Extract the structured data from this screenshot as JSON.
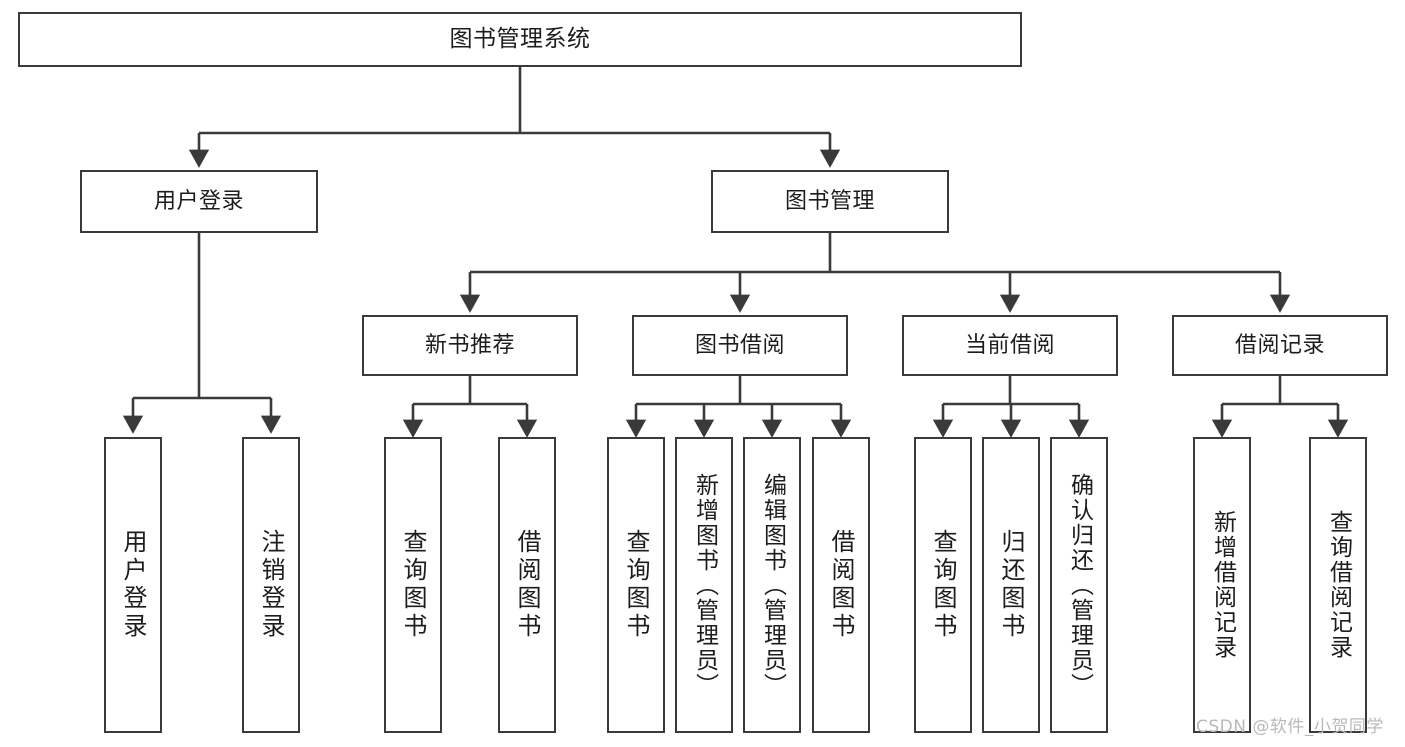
{
  "diagram": {
    "title": "图书管理系统",
    "type": "tree-hierarchy",
    "levels": 4,
    "root": {
      "id": "root",
      "label": "图书管理系统"
    },
    "level2": [
      {
        "id": "user-login",
        "label": "用户登录"
      },
      {
        "id": "book-manage",
        "label": "图书管理"
      }
    ],
    "level3": [
      {
        "id": "new-book-rec",
        "label": "新书推荐",
        "parent": "book-manage"
      },
      {
        "id": "book-borrow",
        "label": "图书借阅",
        "parent": "book-manage"
      },
      {
        "id": "current-borrow",
        "label": "当前借阅",
        "parent": "book-manage"
      },
      {
        "id": "borrow-record",
        "label": "借阅记录",
        "parent": "book-manage"
      }
    ],
    "leaves": {
      "user-login": [
        {
          "id": "leaf-user-login",
          "label": "用户登录"
        },
        {
          "id": "leaf-user-logout",
          "label": "注销登录"
        }
      ],
      "new-book-rec": [
        {
          "id": "leaf-query-book-1",
          "label": "查询图书"
        },
        {
          "id": "leaf-borrow-book-1",
          "label": "借阅图书"
        }
      ],
      "book-borrow": [
        {
          "id": "leaf-query-book-2",
          "label": "查询图书"
        },
        {
          "id": "leaf-add-book",
          "label": "新增图书（管理员）"
        },
        {
          "id": "leaf-edit-book",
          "label": "编辑图书（管理员）"
        },
        {
          "id": "leaf-borrow-book-2",
          "label": "借阅图书"
        }
      ],
      "current-borrow": [
        {
          "id": "leaf-query-book-3",
          "label": "查询图书"
        },
        {
          "id": "leaf-return-book",
          "label": "归还图书"
        },
        {
          "id": "leaf-confirm-return",
          "label": "确认归还（管理员）"
        }
      ],
      "borrow-record": [
        {
          "id": "leaf-add-record",
          "label": "新增借阅记录"
        },
        {
          "id": "leaf-query-record",
          "label": "查询借阅记录"
        }
      ]
    }
  },
  "watermark": {
    "text": "CSDN @软件_小贺同学"
  },
  "colors": {
    "stroke": "#3a3a3a",
    "background": "#ffffff",
    "text": "#1d1d1d",
    "watermark": "#b9b9b9"
  }
}
